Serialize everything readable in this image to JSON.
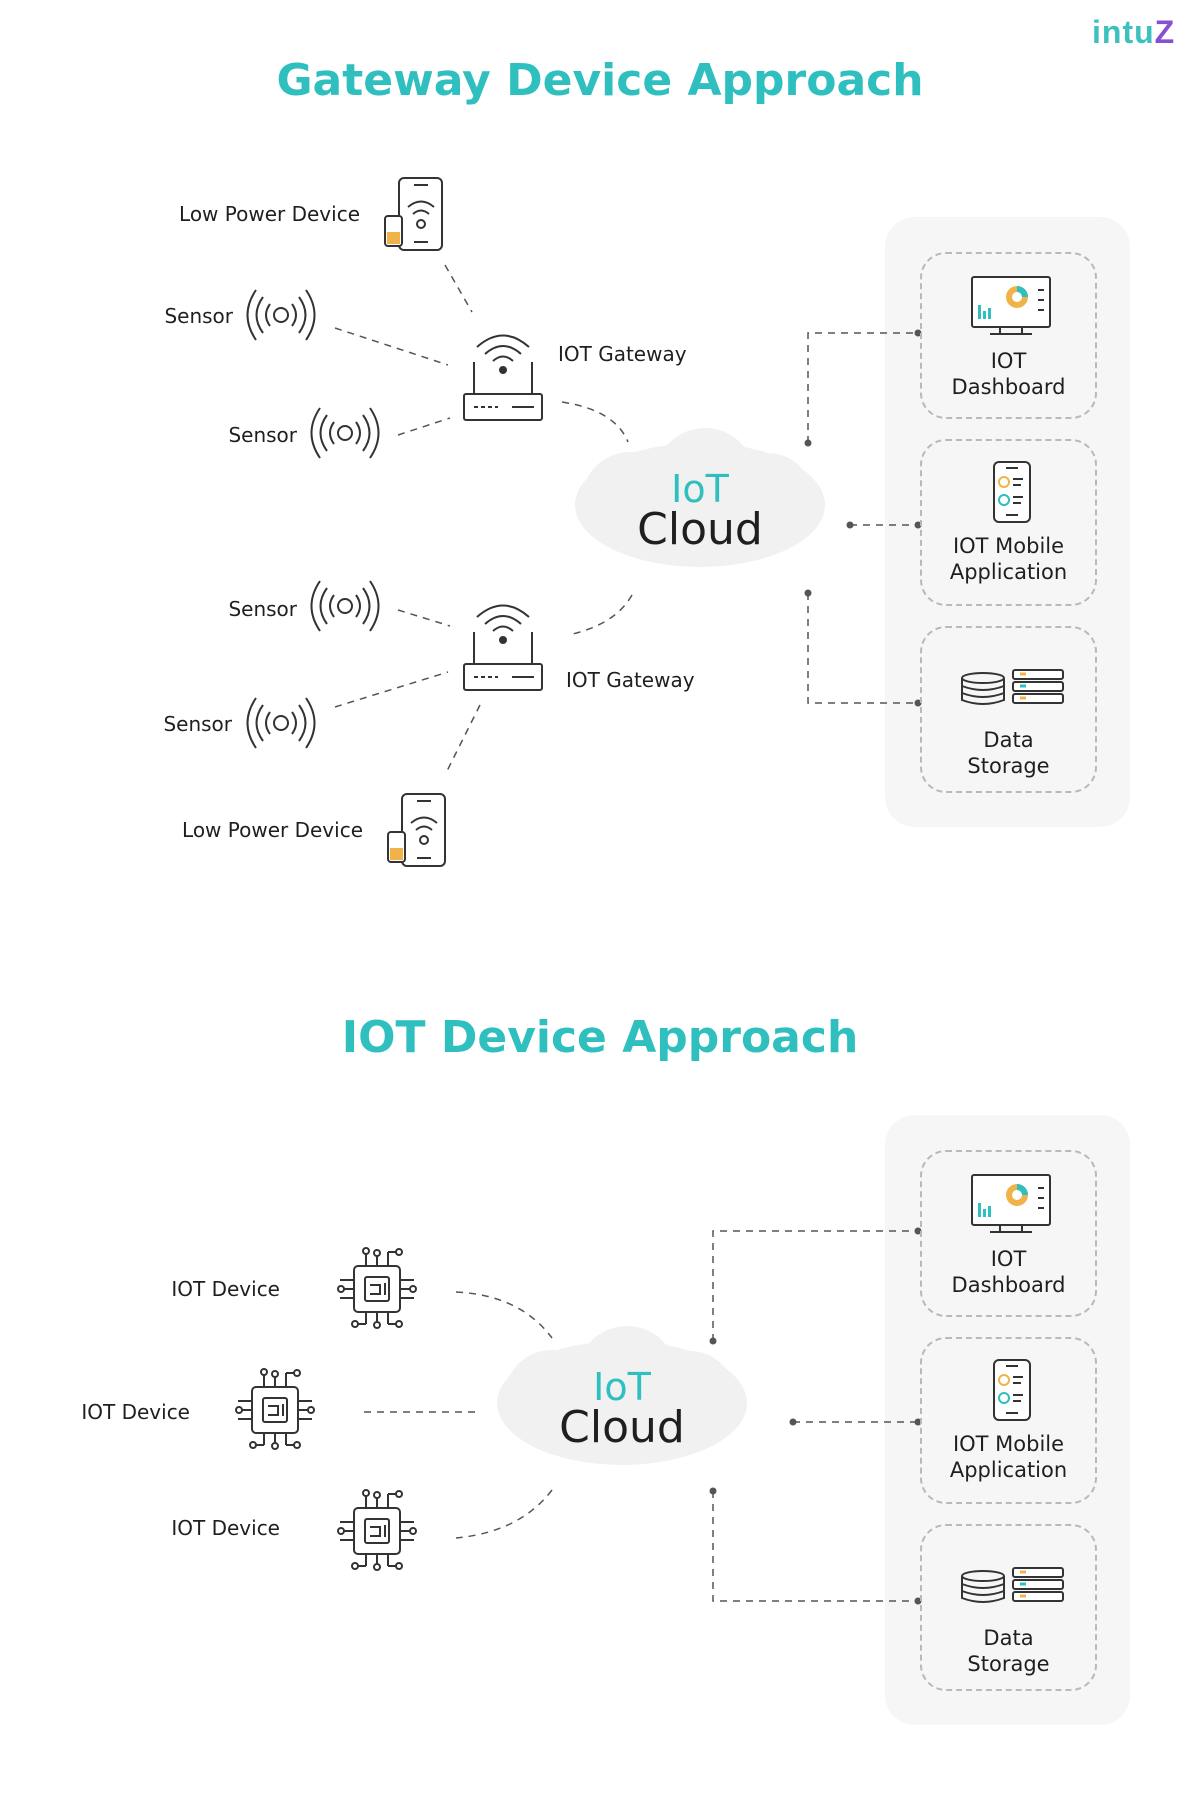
{
  "brand": {
    "logo_main": "intu",
    "logo_accent": "Z"
  },
  "gateway_section": {
    "title": "Gateway Device Approach",
    "low_power_device_top": "Low Power Device",
    "sensor_1": "Sensor",
    "sensor_2": "Sensor",
    "gateway_top": "IOT Gateway",
    "cloud_top": "IoT",
    "cloud_bottom": "Cloud",
    "sensor_3": "Sensor",
    "sensor_4": "Sensor",
    "gateway_bottom": "IOT Gateway",
    "low_power_device_bottom": "Low Power Device",
    "dashboard_line1": "IOT",
    "dashboard_line2": "Dashboard",
    "mobile_line1": "IOT Mobile",
    "mobile_line2": "Application",
    "storage_line1": "Data",
    "storage_line2": "Storage"
  },
  "device_section": {
    "title": "IOT Device Approach",
    "device_1": "IOT Device",
    "device_2": "IOT Device",
    "device_3": "IOT Device",
    "cloud_top": "IoT",
    "cloud_bottom": "Cloud",
    "dashboard_line1": "IOT",
    "dashboard_line2": "Dashboard",
    "mobile_line1": "IOT Mobile",
    "mobile_line2": "Application",
    "storage_line1": "Data",
    "storage_line2": "Storage"
  },
  "colors": {
    "accent": "#2fbfbf",
    "text": "#1f1f1f",
    "panel": "#f6f6f6",
    "cloud": "#f1f1f1",
    "battery": "#f2b24a"
  }
}
